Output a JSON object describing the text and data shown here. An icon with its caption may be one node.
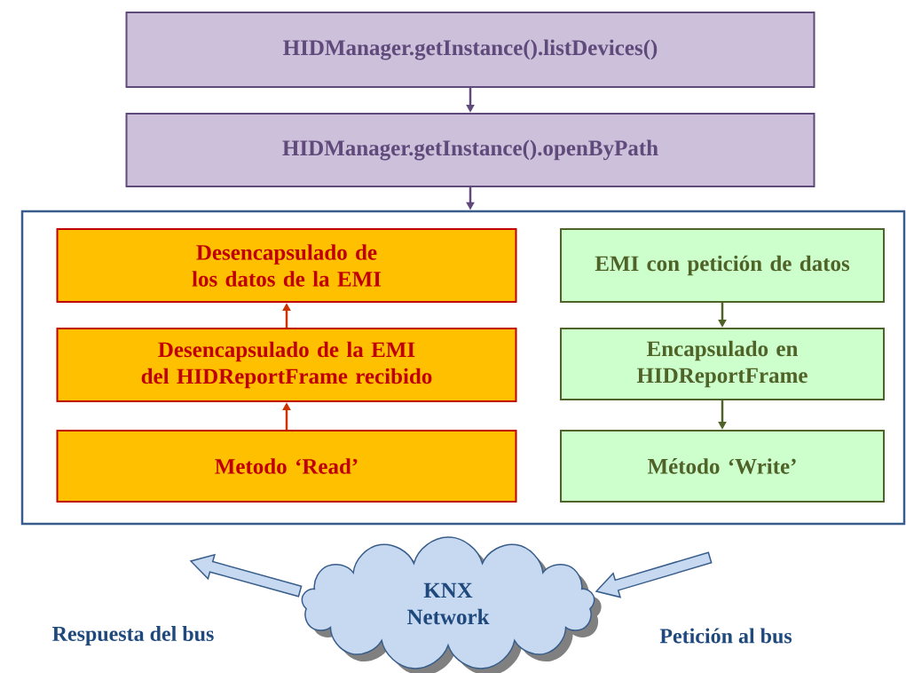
{
  "diagram": {
    "nodes": [
      {
        "text": [
          "HIDManager.getInstance().listDevices()"
        ]
      },
      {
        "text": [
          "HIDManager.getInstance().openByPath"
        ]
      },
      {
        "text": [],
        "shape": "box"
      },
      {
        "text": [
          "Desencapsulado de los datos de la EMI"
        ],
        "in": 2
      },
      {
        "text": [
          "Desencapsulado de la EMI del HIDReportFrame recibido"
        ],
        "in": 2
      },
      {
        "text": [
          "Metodo ‘Read’"
        ],
        "in": 2
      },
      {
        "text": [
          "EMI con petición de datos"
        ],
        "in": 2
      },
      {
        "text": [
          "Encapsulado en HIDReportFrame"
        ],
        "in": 2
      },
      {
        "text": [
          "Método ‘Write’"
        ],
        "in": 2
      },
      {
        "text": [
          "KNX Network"
        ]
      }
    ],
    "edges": [
      {
        "from": 0,
        "to": 1,
        "arrow": "to",
        "color": "#604a7b"
      },
      {
        "from": 1,
        "to": 2,
        "arrow": "to",
        "color": "#604a7b"
      },
      {
        "from": 5,
        "to": 4,
        "arrow": "to",
        "color": "#cc3300"
      },
      {
        "from": 4,
        "to": 3,
        "arrow": "to",
        "color": "#cc3300"
      },
      {
        "from": 6,
        "to": 7,
        "arrow": "to",
        "color": "#4f6228"
      },
      {
        "from": 7,
        "to": 8,
        "arrow": "to",
        "color": "#4f6228"
      },
      {
        "from": 9,
        "to": null,
        "arrow": "to",
        "style": "thick",
        "color": "#385d8a"
      },
      {
        "from": null,
        "to": 9,
        "arrow": "to",
        "style": "thick",
        "color": "#385d8a"
      }
    ],
    "labels": [
      "Respuesta del bus",
      "Petición al bus"
    ]
  }
}
